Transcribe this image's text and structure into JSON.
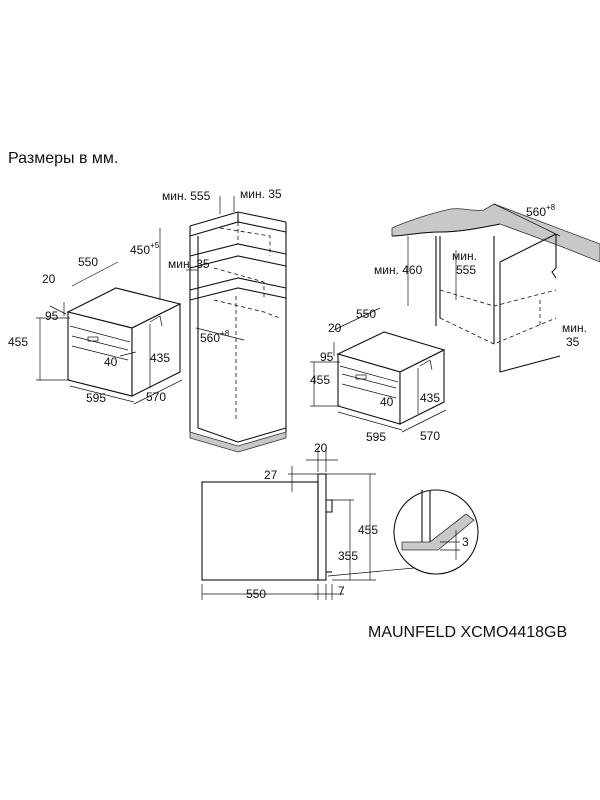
{
  "header": {
    "caption": "Размеры в мм."
  },
  "footer": {
    "model": "MAUNFELD XCMO4418GB"
  },
  "unit_left": {
    "d550": "550",
    "d20": "20",
    "d95": "95",
    "d455": "455",
    "d40": "40",
    "d435": "435",
    "d595": "595",
    "d570": "570"
  },
  "cabinet_tall": {
    "min555": "мин. 555",
    "min35_top": "мин. 35",
    "d450": "450",
    "d450_sup": "+5",
    "min35_mid": "мин. 35",
    "d560": "560",
    "d560_sup": "+8"
  },
  "cabinet_under": {
    "d560": "560",
    "d560_sup": "+8",
    "min460": "мин. 460",
    "min555_a": "мин.",
    "min555_b": "555",
    "min35_a": "мин.",
    "min35_b": "35"
  },
  "unit_right": {
    "d550": "550",
    "d20": "20",
    "d95": "95",
    "d455": "455",
    "d40": "40",
    "d435": "435",
    "d595": "595",
    "d570": "570"
  },
  "side_view": {
    "d20": "20",
    "d27": "27",
    "d455": "455",
    "d355": "355",
    "d550": "550",
    "d7": "7",
    "d3": "3"
  }
}
